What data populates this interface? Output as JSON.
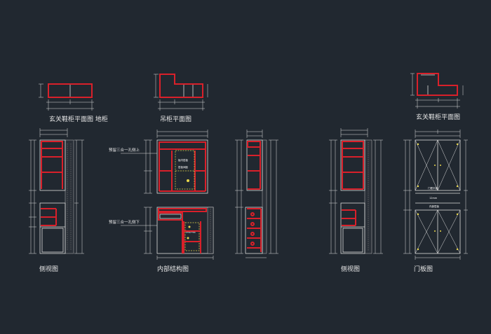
{
  "titles": {
    "shoe_plan": "玄关鞋柜平面图  地柜",
    "hang_plan": "吊柜平面图",
    "shoe_plan_right": "玄关鞋柜平面图",
    "side_left": "侧视图",
    "inner": "内部结构图",
    "side_right": "侧视图",
    "door": "门板图"
  },
  "annotations": {
    "hinge_top": "预留三合一孔侧上",
    "hinge_bottom": "预留三合一孔侧下",
    "inner_note_1": "板内层板",
    "inner_note_2": "层板间距",
    "door_note_1": "门框平板",
    "door_note_2": "12mm",
    "door_note_3": "内部层板"
  },
  "colors": {
    "background": "#212830",
    "lines": "#dcdcdc",
    "panels": "#d9202a",
    "hardware": "#e9d84a"
  }
}
